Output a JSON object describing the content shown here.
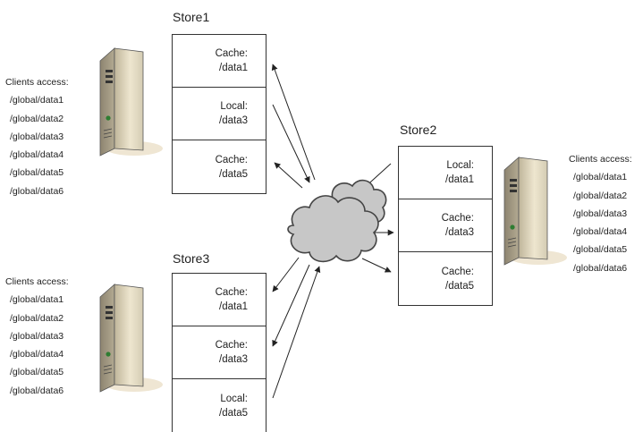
{
  "stores": [
    {
      "id": "store1",
      "title": "Store1",
      "cells": [
        {
          "type": "Cache:",
          "path": "/data1"
        },
        {
          "type": "Local:",
          "path": "/data3"
        },
        {
          "type": "Cache:",
          "path": "/data5"
        }
      ],
      "clients_heading": "Clients access:",
      "clients": [
        "/global/data1",
        "/global/data2",
        "/global/data3",
        "/global/data4",
        "/global/data5",
        "/global/data6"
      ]
    },
    {
      "id": "store2",
      "title": "Store2",
      "cells": [
        {
          "type": "Local:",
          "path": "/data1"
        },
        {
          "type": "Cache:",
          "path": "/data3"
        },
        {
          "type": "Cache:",
          "path": "/data5"
        }
      ],
      "clients_heading": "Clients access:",
      "clients": [
        "/global/data1",
        "/global/data2",
        "/global/data3",
        "/global/data4",
        "/global/data5",
        "/global/data6"
      ]
    },
    {
      "id": "store3",
      "title": "Store3",
      "cells": [
        {
          "type": "Cache:",
          "path": "/data1"
        },
        {
          "type": "Cache:",
          "path": "/data3"
        },
        {
          "type": "Local:",
          "path": "/data5"
        }
      ],
      "clients_heading": "Clients access:",
      "clients": [
        "/global/data1",
        "/global/data2",
        "/global/data3",
        "/global/data4",
        "/global/data5",
        "/global/data6"
      ]
    }
  ]
}
